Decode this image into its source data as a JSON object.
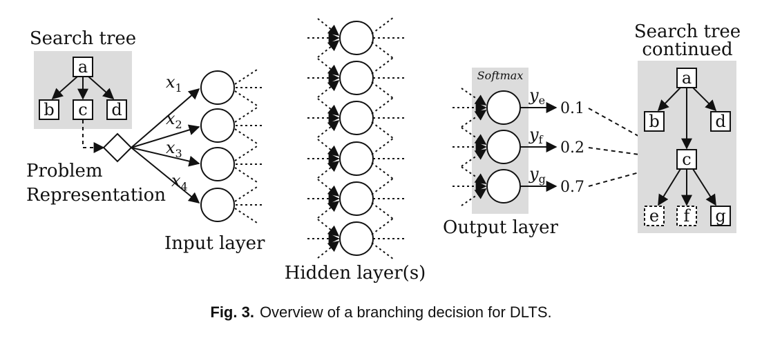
{
  "search_tree": {
    "title": "Search tree",
    "root": "a",
    "children": [
      "b",
      "c",
      "d"
    ]
  },
  "problem_representation": {
    "line1": "Problem",
    "line2": "Representation"
  },
  "input_layer": {
    "inputs": [
      {
        "var": "x",
        "sub": "1"
      },
      {
        "var": "x",
        "sub": "2"
      },
      {
        "var": "x",
        "sub": "3"
      },
      {
        "var": "x",
        "sub": "4"
      }
    ],
    "label": "Input layer"
  },
  "hidden_layer": {
    "label": "Hidden layer(s)"
  },
  "output_layer": {
    "softmax_label": "Softmax",
    "outputs": [
      {
        "var": "y",
        "sub": "e",
        "value": "0.1"
      },
      {
        "var": "y",
        "sub": "f",
        "value": "0.2"
      },
      {
        "var": "y",
        "sub": "g",
        "value": "0.7"
      }
    ],
    "label": "Output layer"
  },
  "search_tree_continued": {
    "title_line1": "Search tree",
    "title_line2": "continued",
    "root": "a",
    "children": [
      "b",
      "c",
      "d"
    ],
    "grandchildren_dashed": [
      "e",
      "f"
    ],
    "grandchildren_solid": [
      "g"
    ]
  },
  "caption": {
    "fig_label": "Fig. 3.",
    "text": "Overview of a branching decision for DLTS."
  }
}
